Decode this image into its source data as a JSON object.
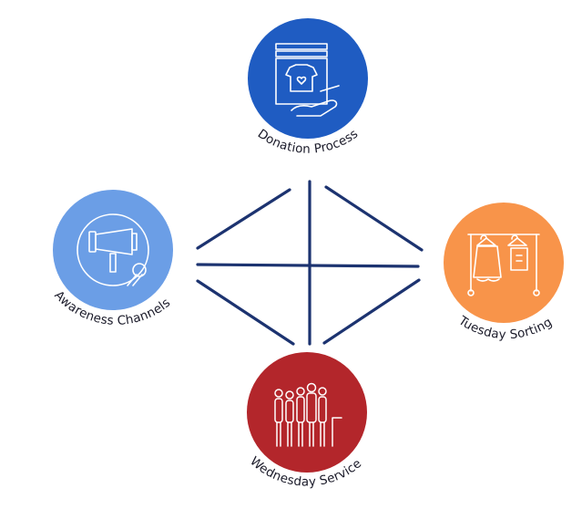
{
  "nodes": {
    "donation": {
      "label": "Donation Process",
      "color": "#1f5cc2",
      "icon": "donation-box-icon"
    },
    "awareness": {
      "label": "Awareness Channels",
      "color": "#6b9ee6",
      "icon": "megaphone-icon"
    },
    "tuesday": {
      "label": "Tuesday Sorting",
      "color": "#f8944a",
      "icon": "clothes-rack-icon"
    },
    "wednesday": {
      "label": "Wednesday Service",
      "color": "#b3262b",
      "icon": "people-queue-icon"
    }
  },
  "connector_color": "#1c3370"
}
